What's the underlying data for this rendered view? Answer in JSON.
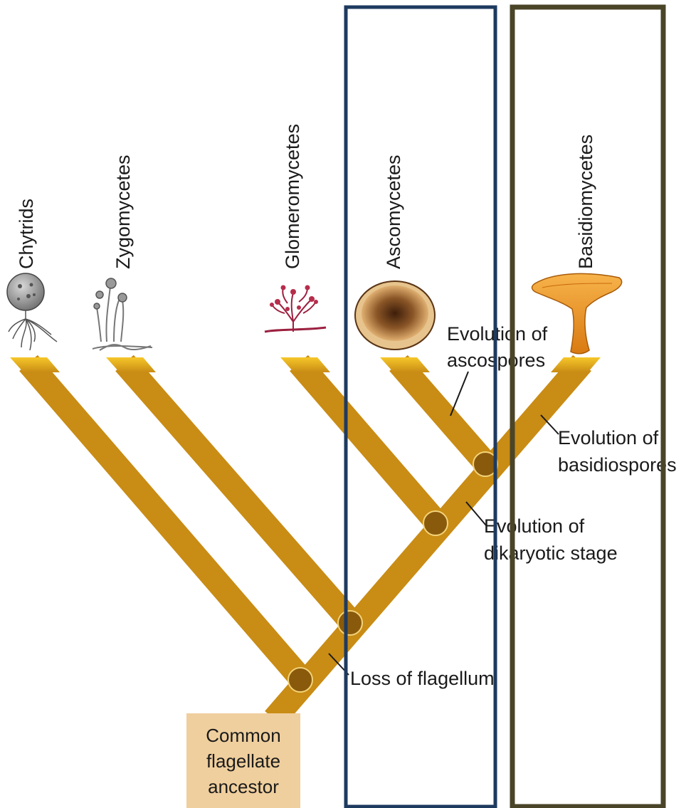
{
  "taxa": [
    {
      "name": "Chytrids",
      "icon": "chytrid-icon"
    },
    {
      "name": "Zygomycetes",
      "icon": "zygomycete-icon"
    },
    {
      "name": "Glomeromycetes",
      "icon": "glomeromycete-icon"
    },
    {
      "name": "Ascomycetes",
      "icon": "ascomycete-icon"
    },
    {
      "name": "Basidiomycetes",
      "icon": "basidiomycete-icon"
    }
  ],
  "events": {
    "ascospores": [
      "Evolution of",
      "ascospores"
    ],
    "basidiospores": [
      "Evolution of",
      "basidiospores"
    ],
    "dikaryotic": [
      "Evolution of",
      "dikaryotic stage"
    ],
    "flagellum": "Loss of flagellum"
  },
  "ancestor": [
    "Common",
    "flagellate",
    "ancestor"
  ],
  "colors": {
    "branch": "#c98c14",
    "branch_tip": "#f6c72a",
    "node": "#8a5a0c",
    "ancestor_box": "#f0cf9e",
    "highlight_ascomycetes": "#1e3a5f",
    "highlight_basidiomycetes": "#4a4428"
  }
}
